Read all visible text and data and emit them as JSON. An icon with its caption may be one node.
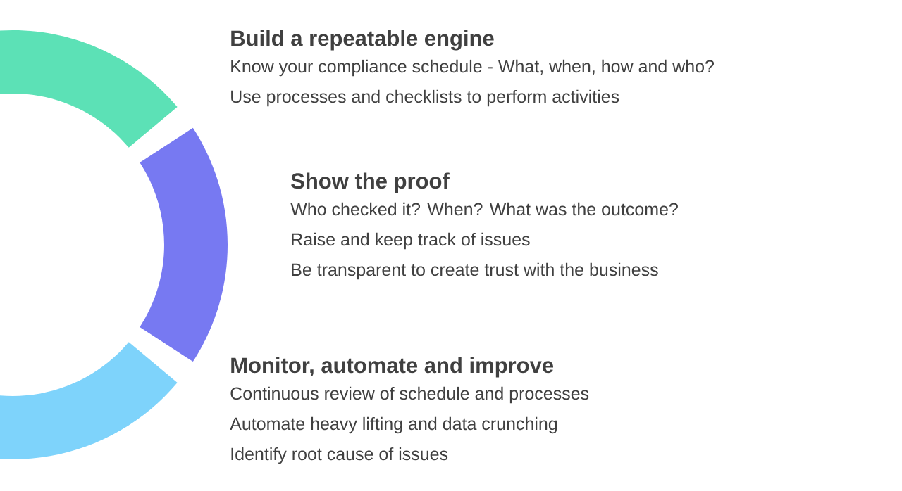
{
  "diagram": {
    "nodes": [
      {
        "text": [],
        "shape": "arc",
        "beside": [
          "Build a repeatable engine",
          "Know your compliance schedule - What, when, how and who?",
          "Use processes and checklists to perform activities"
        ]
      },
      {
        "text": [],
        "shape": "arc",
        "beside": [
          "Show the proof",
          "Who checked it? When?  What was the outcome?",
          "Raise and keep track of issues",
          "Be transparent to create trust with the business"
        ]
      },
      {
        "text": [],
        "shape": "arc",
        "beside": [
          "Monitor, automate and improve",
          "Continuous review of schedule and processes",
          "Automate heavy lifting and data crunching",
          "Identify root cause of issues"
        ]
      }
    ]
  }
}
